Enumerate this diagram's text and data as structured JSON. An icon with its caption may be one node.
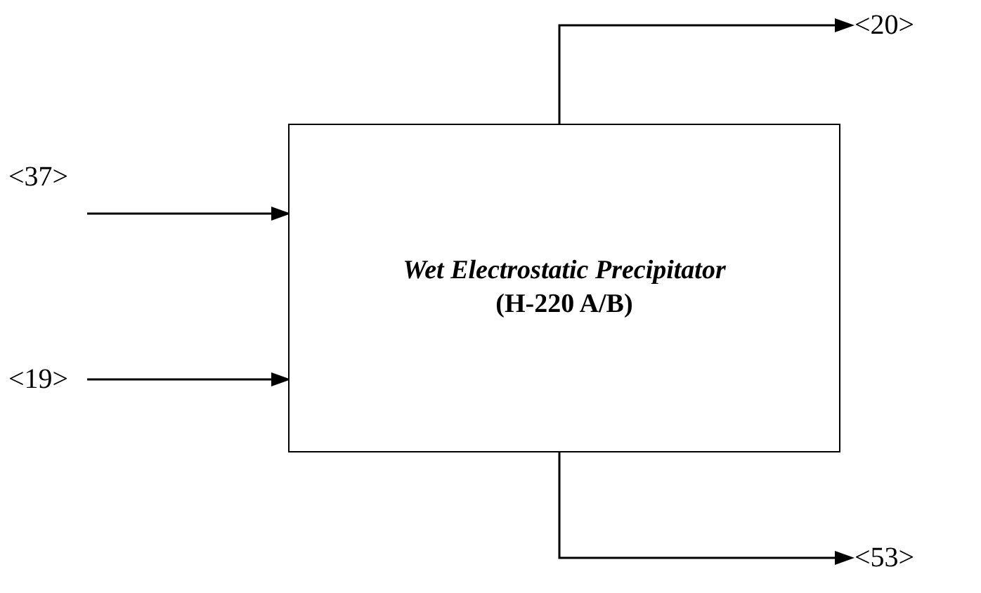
{
  "diagram": {
    "nodes": [
      {
        "text": [
          "Wet Electrostatic Precipitator",
          "(H-220 A/B)"
        ]
      },
      {
        "text": [
          "<37>"
        ]
      },
      {
        "text": [
          "<19>"
        ]
      },
      {
        "text": [
          "<20>"
        ]
      },
      {
        "text": [
          "<53>"
        ]
      }
    ],
    "edges": [
      {
        "from": 1,
        "to": 0,
        "arrow": "to"
      },
      {
        "from": 2,
        "to": 0,
        "arrow": "to"
      },
      {
        "from": 0,
        "to": 3,
        "arrow": "to"
      },
      {
        "from": 0,
        "to": 4,
        "arrow": "to"
      }
    ]
  }
}
